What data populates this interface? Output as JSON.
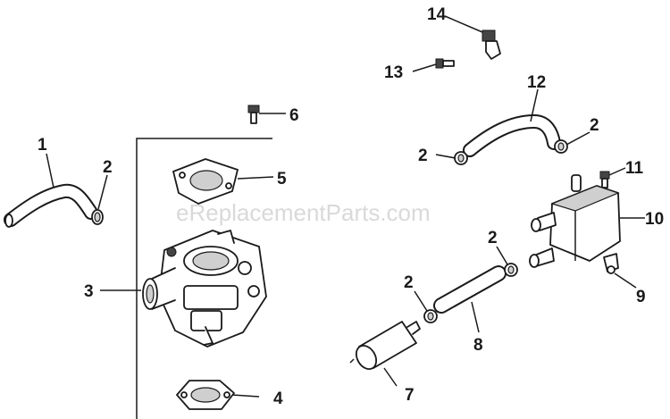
{
  "watermark": "eReplacementParts.com",
  "callouts": {
    "c1": "1",
    "c2a": "2",
    "c2b": "2",
    "c2c": "2",
    "c2d": "2",
    "c2e": "2",
    "c3": "3",
    "c4": "4",
    "c5": "5",
    "c6": "6",
    "c7": "7",
    "c8": "8",
    "c9": "9",
    "c10": "10",
    "c11": "11",
    "c12": "12",
    "c13": "13",
    "c14": "14"
  }
}
